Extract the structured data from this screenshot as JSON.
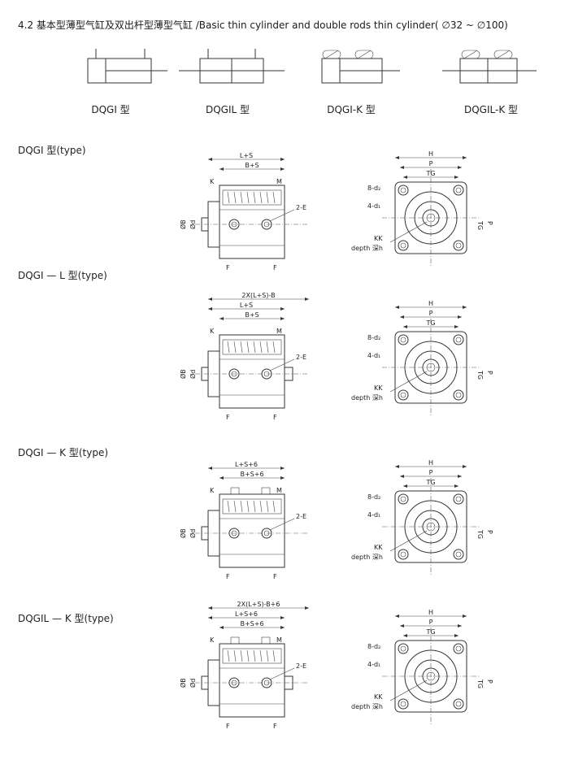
{
  "heading": "4.2 基本型薄型气缸及双出杆型薄型气缸 /Basic thin cylinder and double rods thin cylinder( ∅32 ~ ∅100)",
  "variants": [
    {
      "label": "DQGI 型"
    },
    {
      "label": "DQGIL 型"
    },
    {
      "label": "DQGI-K 型"
    },
    {
      "label": "DQGIL-K 型"
    }
  ],
  "sections": [
    {
      "title": "DQGI 型(type)",
      "top_dim": "",
      "mid_dim": "L+S",
      "low_dim": "B+S",
      "rod_both": false,
      "keyed": false
    },
    {
      "title": "DQGI — L 型(type)",
      "top_dim": "2X(L+S)-B",
      "mid_dim": "L+S",
      "low_dim": "B+S",
      "rod_both": true,
      "keyed": false
    },
    {
      "title": "DQGI — K 型(type)",
      "top_dim": "",
      "mid_dim": "L+S+6",
      "low_dim": "B+S+6",
      "rod_both": false,
      "keyed": true
    },
    {
      "title": "DQGIL — K 型(type)",
      "top_dim": "2X(L+S)-B+6",
      "mid_dim": "L+S+6",
      "low_dim": "B+S+6",
      "rod_both": true,
      "keyed": true
    }
  ],
  "dim_labels": {
    "K": "K",
    "M": "M",
    "F": "F",
    "port": "2-E",
    "phiB": "ØB",
    "phiD": "Ød",
    "H": "H",
    "P": "P",
    "TG": "TG",
    "bolt": "8-d₂",
    "hole": "4-d₁",
    "KK": "KK",
    "depth": "depth 深h"
  }
}
